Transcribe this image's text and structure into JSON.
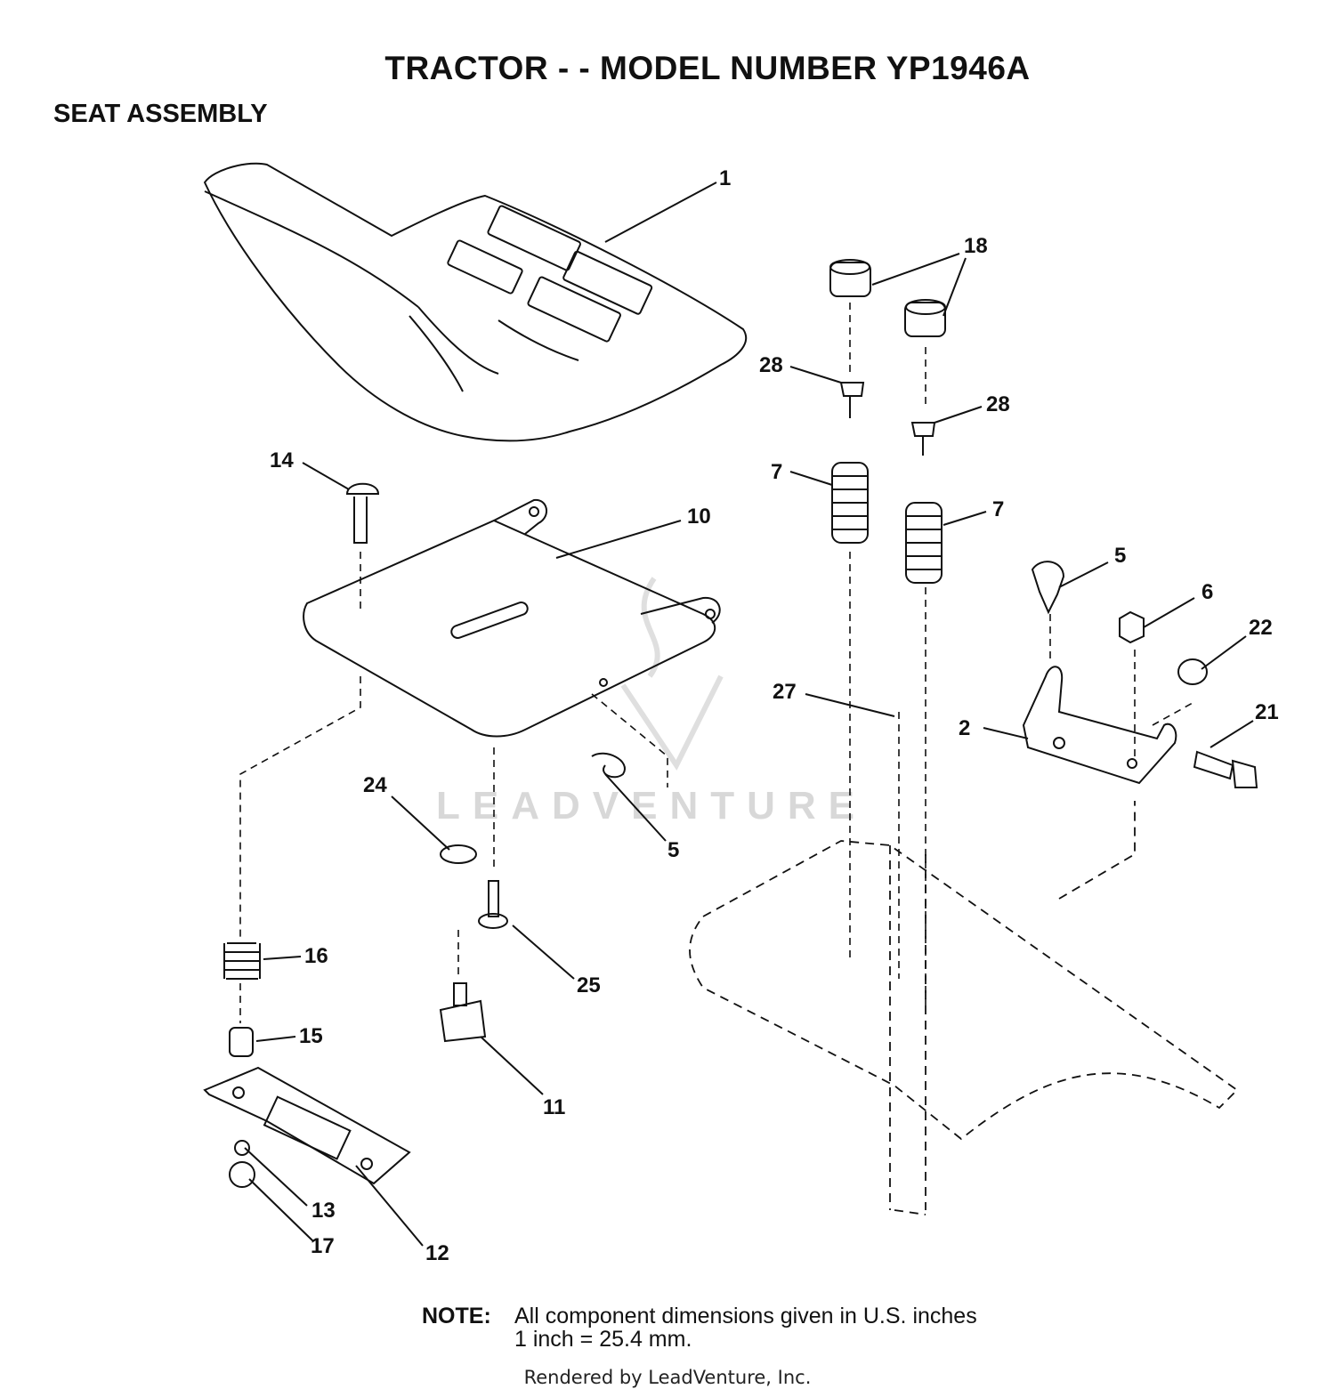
{
  "header": {
    "title": "TRACTOR - - MODEL NUMBER YP1946A",
    "subtitle": "SEAT ASSEMBLY"
  },
  "watermark": "LEADVENTURE",
  "callouts": [
    "1",
    "18",
    "28",
    "28",
    "14",
    "10",
    "7",
    "7",
    "5",
    "6",
    "22",
    "27",
    "2",
    "21",
    "24",
    "5",
    "16",
    "25",
    "15",
    "11",
    "13",
    "17",
    "12"
  ],
  "note": {
    "label": "NOTE:",
    "line1": "All component dimensions given in U.S. inches",
    "line2": "1 inch = 25.4 mm."
  },
  "footer": "Rendered by LeadVenture, Inc."
}
